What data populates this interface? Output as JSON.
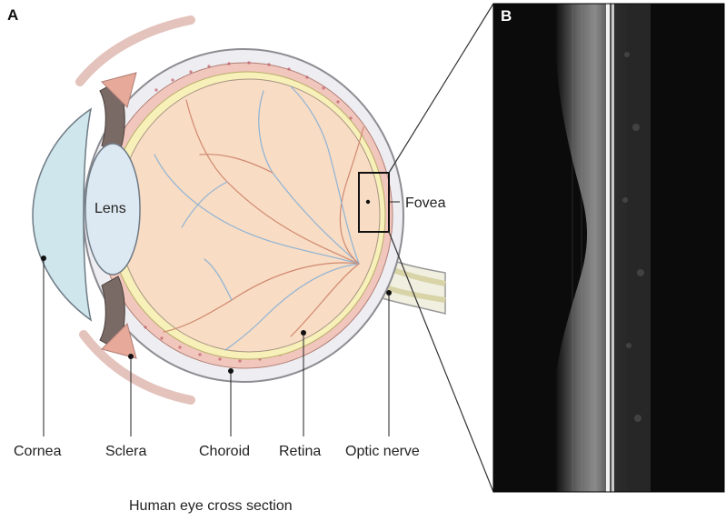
{
  "panels": {
    "a": "A",
    "b": "B"
  },
  "labels": {
    "lens": "Lens",
    "fovea": "Fovea",
    "cornea": "Cornea",
    "sclera": "Sclera",
    "choroid": "Choroid",
    "retina": "Retina",
    "optic_nerve": "Optic nerve"
  },
  "caption": "Human eye cross section",
  "colors": {
    "vitreous": "#f8dcc4",
    "cornea_fill": "#cfe6ec",
    "lens_fill": "#dde9f2",
    "retina_band": "#f5efb8",
    "choroid_band": "#f0c0b8",
    "sclera_band": "#e8e8ec",
    "iris": "#7a6a66",
    "oct_background": "#0b0b0b"
  }
}
